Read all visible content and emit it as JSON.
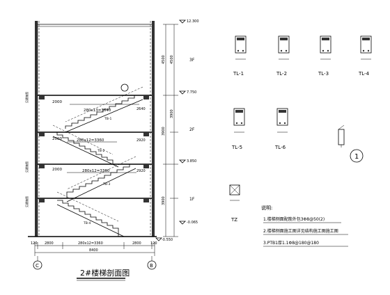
{
  "drawing": {
    "title": "2#楼梯剖面图"
  },
  "axes": [
    "C",
    "B"
  ],
  "elevations": [
    "12.300",
    "7.750",
    "3.850",
    "-0.065",
    "-0.550"
  ],
  "floors": [
    "3F",
    "2F",
    "1F"
  ],
  "right_dims": [
    "4500",
    "4500",
    "3900",
    "3900",
    "3900"
  ],
  "left_notes": [
    "见建施图",
    "见建施图",
    "见建施图"
  ],
  "bottom_dims": {
    "a": "120",
    "b": "2800",
    "c": "280x12=3360",
    "d": "2800",
    "e": "120",
    "total": "8400"
  },
  "flight_dims": [
    "280x13=3640",
    "280x12=3360",
    "280x12=3360"
  ],
  "flight_labels": [
    "TB-1",
    "TB-2",
    "TB-3",
    "TB-4"
  ],
  "landing_dims": [
    "2000",
    "2640",
    "2000",
    "2920",
    "2000",
    "2920"
  ],
  "beams": {
    "row1": [
      "TL-1",
      "TL-2",
      "TL-3",
      "TL-4"
    ],
    "row2": [
      "TL-5",
      "TL-6"
    ],
    "tz_label": "TZ"
  },
  "notes": {
    "heading": "说明:",
    "items": [
      "1.楼梯侧面配筋外包3Φ8@50(2)",
      "2.楼梯侧面施工图详见结构施工图施工图",
      "3.PTB1厚1.1Φ8@180@180"
    ]
  },
  "detail_label": "1"
}
